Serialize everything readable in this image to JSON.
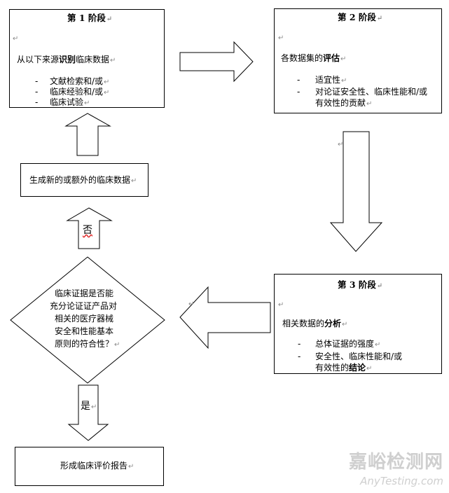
{
  "stage1": {
    "title": "第 1 阶段",
    "intro_prefix": "从以下来源",
    "intro_bold": "识别",
    "intro_suffix": "临床数据",
    "items": [
      "文献检索和/或",
      "临床经验和/或",
      "临床试验"
    ]
  },
  "stage2": {
    "title": "第 2 阶段",
    "intro_prefix": "各数据集的",
    "intro_bold": "评估",
    "items": [
      "适宜性",
      "对论证安全性、临床性能和/或",
      "有效性的贡献"
    ]
  },
  "stage3": {
    "title": "第 3 阶段",
    "intro_prefix": "相关数据的",
    "intro_bold": "分析",
    "items": [
      "总体证据的强度",
      "安全性、临床性能和/或"
    ],
    "last_prefix": "有效性的",
    "last_bold": "结论"
  },
  "generate_box": {
    "label": "生成新的或额外的临床数据"
  },
  "decision": {
    "lines": [
      "临床证据是否能",
      "充分论证证产品对",
      "相关的医疗器械",
      "安全和性能基本",
      "原则的符合性？"
    ]
  },
  "no_label": "否",
  "yes_label": "是",
  "report_box": {
    "label": "形成临床评价报告"
  },
  "bullet": "-",
  "para_mark": "↵",
  "watermark": {
    "cn": "嘉峪检测网",
    "en": "AnyTesting.com"
  }
}
